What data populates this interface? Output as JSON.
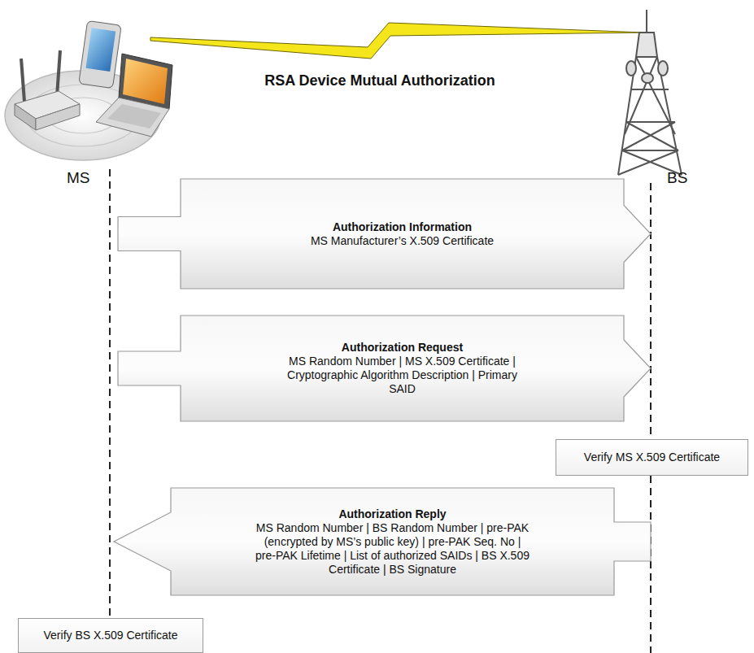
{
  "diagram": {
    "title": "RSA Device Mutual Authorization",
    "nodes": [
      {
        "text": [
          "Authorization Information",
          "MS Manufacturer’s X.509 Certificate"
        ]
      },
      {
        "text": [
          "Authorization Request",
          "MS Random Number | MS X.509 Certificate | Cryptographic Algorithm Description | Primary SAID"
        ]
      },
      {
        "text": [
          "Verify MS X.509 Certificate"
        ]
      },
      {
        "text": [
          "Authorization Reply",
          "MS Random Number | BS Random Number | pre-PAK (encrypted by MS’s public key) | pre-PAK Seq. No | pre-PAK Lifetime | List of authorized SAIDs | BS X.509 Certificate | BS Signature"
        ]
      },
      {
        "text": [
          "Verify BS X.509 Certificate"
        ]
      }
    ],
    "labels": [
      "MS",
      "BS"
    ]
  }
}
